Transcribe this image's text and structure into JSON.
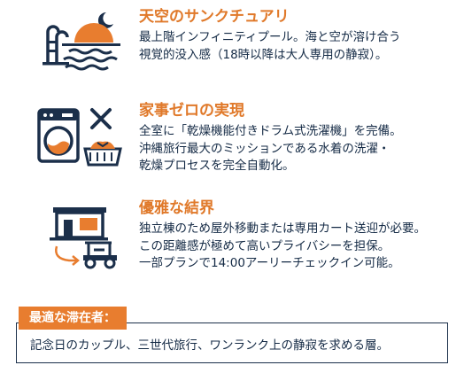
{
  "features": [
    {
      "icon": "sunset-infinity-pool-icon",
      "title": "天空のサンクチュアリ",
      "lines": [
        "最上階インフィニティプール。海と空が溶け合う",
        "視覚的没入感（18時以降は大人専用の静寂）。"
      ]
    },
    {
      "icon": "washer-dryer-laundry-icon",
      "title": "家事ゼロの実現",
      "lines": [
        "全室に「乾燥機能付きドラム式洗濯機」を完備。",
        "沖縄旅行最大のミッションである水着の洗濯・",
        "乾燥プロセスを完全自動化。"
      ]
    },
    {
      "icon": "villa-golf-cart-icon",
      "title": "優雅な結界",
      "lines": [
        "独立棟のため屋外移動または専用カート送迎が必要。",
        "この距離感が極めて高いプライバシーを担保。",
        "一部プランで14:00アーリーチェックイン可能。"
      ]
    }
  ],
  "ideal_guest": {
    "label": "最適な滞在者：",
    "text": "記念日のカップル、三世代旅行、ワンランク上の静寂を求める層。"
  },
  "colors": {
    "accent_orange": "#e87d2f",
    "navy": "#1b2f4a"
  }
}
